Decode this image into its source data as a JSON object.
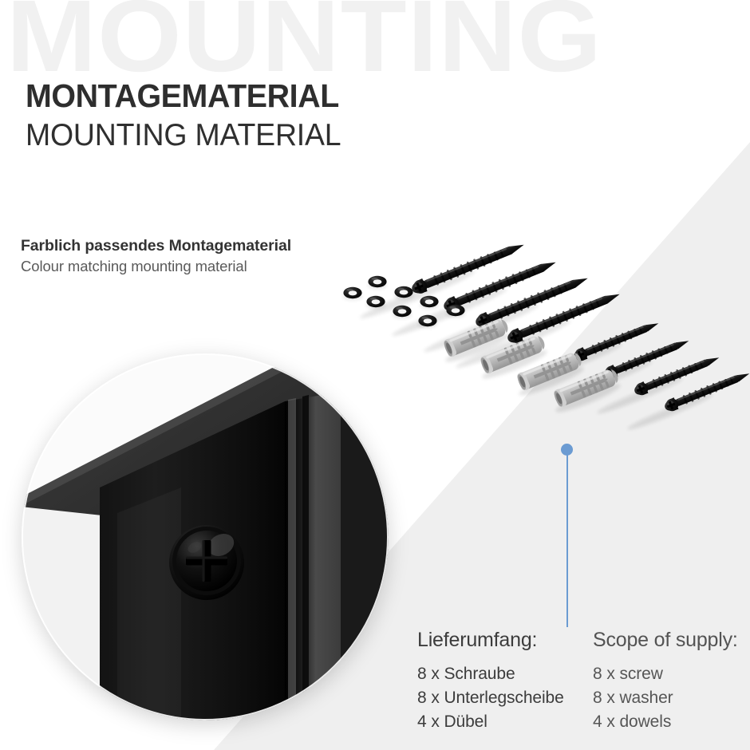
{
  "background": {
    "base_color": "#ffffff",
    "panel_color": "#efefef",
    "watermark_color": "#f1f1f1"
  },
  "header": {
    "watermark_text": "MOUNTING",
    "title_de": "MONTAGEMATERIAL",
    "title_en": "MOUNTING MATERIAL",
    "title_color": "#2e2e2e"
  },
  "feature": {
    "line_de": "Farblich passendes Montagematerial",
    "line_en": "Colour matching mounting material"
  },
  "pointer": {
    "color": "#6b9bd2",
    "shape": "dot-with-line"
  },
  "hardware": {
    "screw_color": "#141414",
    "washer_color": "#171717",
    "dowel_color": "#b9b9b9",
    "long_screws": 4,
    "short_screws": 4,
    "washers": 8,
    "dowels": 4,
    "icon_names": [
      "screw-icon",
      "washer-icon",
      "dowel-icon"
    ]
  },
  "inset": {
    "caption": "detail-photo-mounted-screw",
    "body_color": "#1b1b1b",
    "screw_head_color": "#0a0a0a"
  },
  "supply": {
    "columns": [
      {
        "id": "de",
        "heading": "Lieferumfang:",
        "items": [
          "8 x Schraube",
          "8 x Unterlegscheibe",
          "4 x Dübel"
        ]
      },
      {
        "id": "en",
        "heading": "Scope of supply:",
        "items": [
          "8 x screw",
          "8 x washer",
          "4 x dowels"
        ]
      }
    ]
  }
}
